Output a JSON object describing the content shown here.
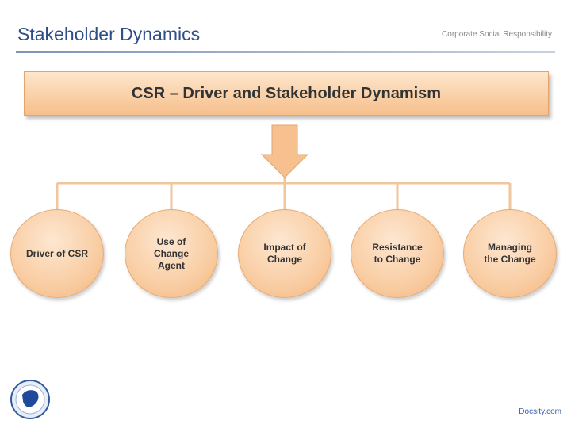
{
  "header": {
    "title": "Stakeholder Dynamics",
    "subtitle": "Corporate Social Responsibility"
  },
  "diagram": {
    "root_label": "CSR – Driver and Stakeholder Dynamism",
    "nodes": [
      {
        "label": "Driver of CSR"
      },
      {
        "label": "Use of\nChange\nAgent"
      },
      {
        "label": "Impact of\nChange"
      },
      {
        "label": "Resistance\nto Change"
      },
      {
        "label": "Managing\nthe Change"
      }
    ]
  },
  "footer": {
    "link_text": "Docsity.com"
  },
  "colors": {
    "title": "#2f4d8a",
    "node_fill": "#f9cda3",
    "connector": "#f0c69b"
  }
}
